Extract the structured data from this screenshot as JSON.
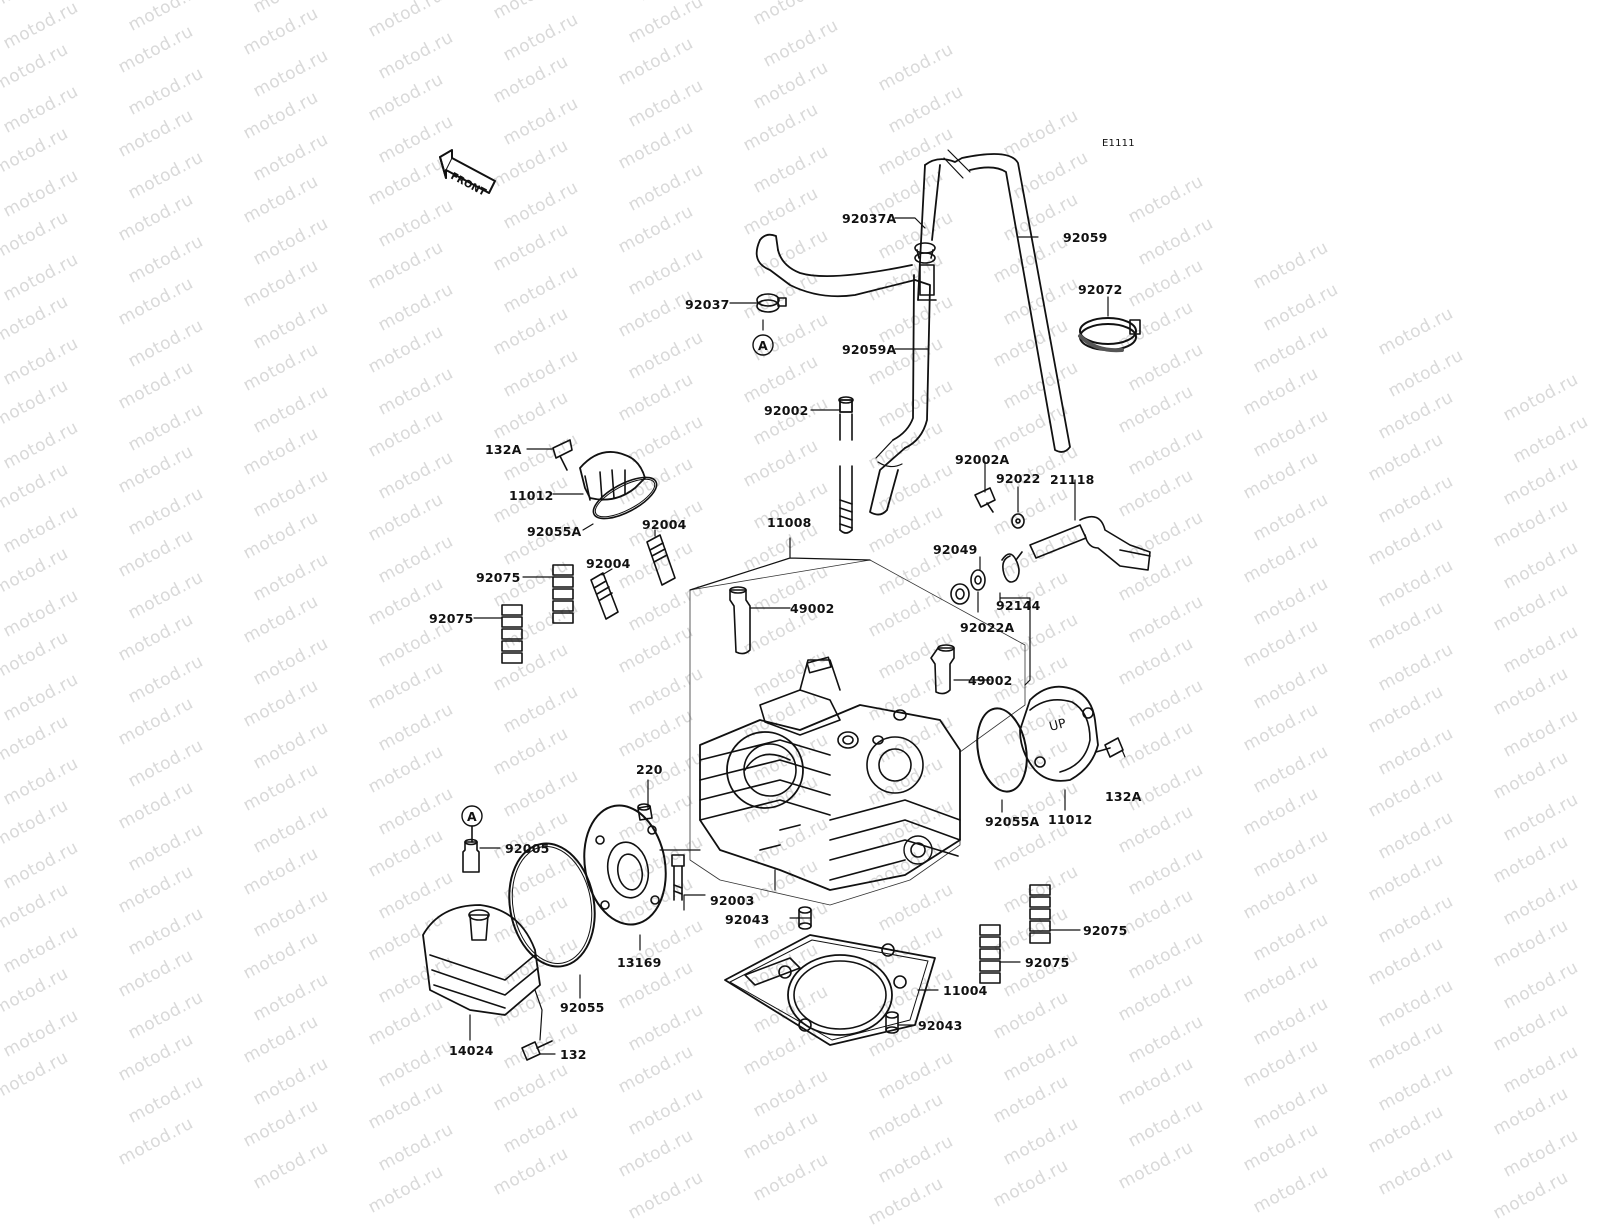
{
  "diagram_code": "E1111",
  "front_arrow_text": "FRONT",
  "watermark_text": "motod.ru",
  "callouts": {
    "circle_a": "A",
    "up_mark": "UP"
  },
  "part_labels": {
    "p92037A": "92037A",
    "p92059": "92059",
    "p92072": "92072",
    "p92037": "92037",
    "p92059A": "92059A",
    "p92002": "92002",
    "p132A_top": "132A",
    "p11012_top": "11012",
    "p92055A_top": "92055A",
    "p92004_a": "92004",
    "p11008": "11008",
    "p92002A": "92002A",
    "p92022": "92022",
    "p21118": "21118",
    "p92075_a": "92075",
    "p92004_b": "92004",
    "p92075_b": "92075",
    "p49002_a": "49002",
    "p92049": "92049",
    "p92144": "92144",
    "p92022A": "92022A",
    "p49002_b": "49002",
    "p220": "220",
    "p132A_right": "132A",
    "p92055A_right": "92055A",
    "p11012_right": "11012",
    "p92005": "92005",
    "p92003": "92003",
    "p92043_a": "92043",
    "p92075_c": "92075",
    "p13169": "13169",
    "p92075_d": "92075",
    "p92055": "92055",
    "p11004": "11004",
    "p92043_b": "92043",
    "p14024": "14024",
    "p132": "132"
  }
}
